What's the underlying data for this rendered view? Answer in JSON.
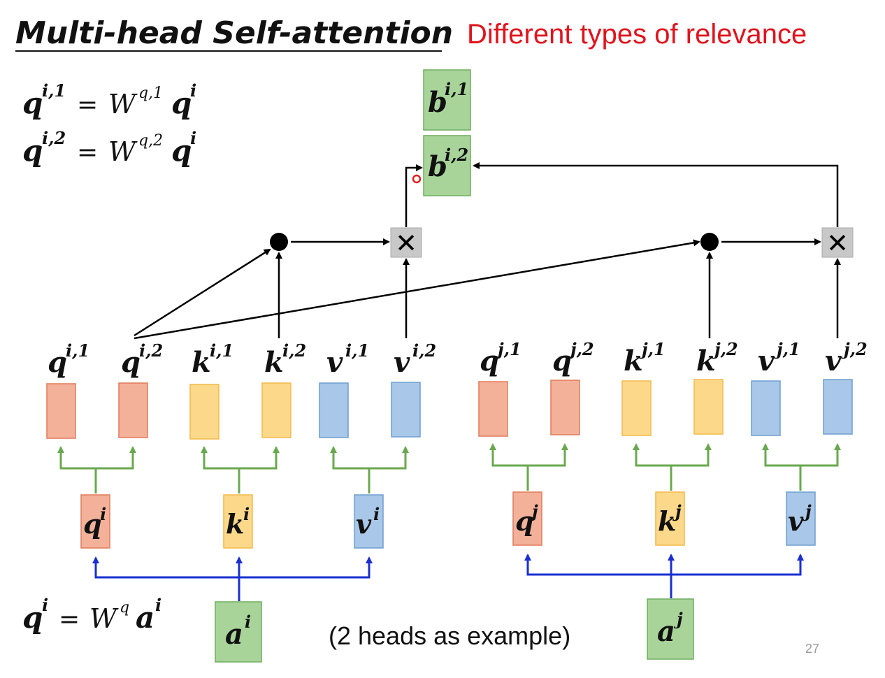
{
  "title": "Multi-head Self-attention",
  "subtitle": "Different types of relevance",
  "caption": "(2 heads as example)",
  "page_number": "27",
  "equations": {
    "eq1": {
      "lhs": "q",
      "lhs_sup": "i,1",
      "eq": "=",
      "w": "W",
      "w_sup": "q,1",
      "rhs": "q",
      "rhs_sup": "i"
    },
    "eq2": {
      "lhs": "q",
      "lhs_sup": "i,2",
      "eq": "=",
      "w": "W",
      "w_sup": "q,2",
      "rhs": "q",
      "rhs_sup": "i"
    },
    "eq3": {
      "lhs": "q",
      "lhs_sup": "i",
      "eq": "=",
      "w": "W",
      "w_sup": "q",
      "rhs": "a",
      "rhs_sup": "i"
    }
  },
  "outputs": [
    {
      "base": "b",
      "sup": "i,1"
    },
    {
      "base": "b",
      "sup": "i,2"
    }
  ],
  "heads_left": [
    {
      "base": "q",
      "sup": "i,1"
    },
    {
      "base": "q",
      "sup": "i,2"
    },
    {
      "base": "k",
      "sup": "i,1"
    },
    {
      "base": "k",
      "sup": "i,2"
    },
    {
      "base": "v",
      "sup": "i,1"
    },
    {
      "base": "v",
      "sup": "i,2"
    }
  ],
  "heads_right": [
    {
      "base": "q",
      "sup": "j,1"
    },
    {
      "base": "q",
      "sup": "j,2"
    },
    {
      "base": "k",
      "sup": "j,1"
    },
    {
      "base": "k",
      "sup": "j,2"
    },
    {
      "base": "v",
      "sup": "j,1"
    },
    {
      "base": "v",
      "sup": "j,2"
    }
  ],
  "mid_left": [
    {
      "base": "q",
      "sup": "i"
    },
    {
      "base": "k",
      "sup": "i"
    },
    {
      "base": "v",
      "sup": "i"
    }
  ],
  "mid_right": [
    {
      "base": "q",
      "sup": "j"
    },
    {
      "base": "k",
      "sup": "j"
    },
    {
      "base": "v",
      "sup": "j"
    }
  ],
  "inputs": [
    {
      "base": "a",
      "sup": "i"
    },
    {
      "base": "a",
      "sup": "j"
    }
  ],
  "multiply_symbol": "✕",
  "colors": {
    "q_fill": "#f4b19a",
    "q_stroke": "#e07b5a",
    "k_fill": "#fcd98a",
    "k_stroke": "#f2b94a",
    "v_fill": "#a9c7e8",
    "v_stroke": "#6f9fd0",
    "out_fill": "#a8d49a",
    "out_stroke": "#6fae5f",
    "green_line": "#6aa84f",
    "blue_line": "#1a2fd0",
    "mult_fill": "#c8c8c8",
    "title_red": "#e0141e"
  }
}
